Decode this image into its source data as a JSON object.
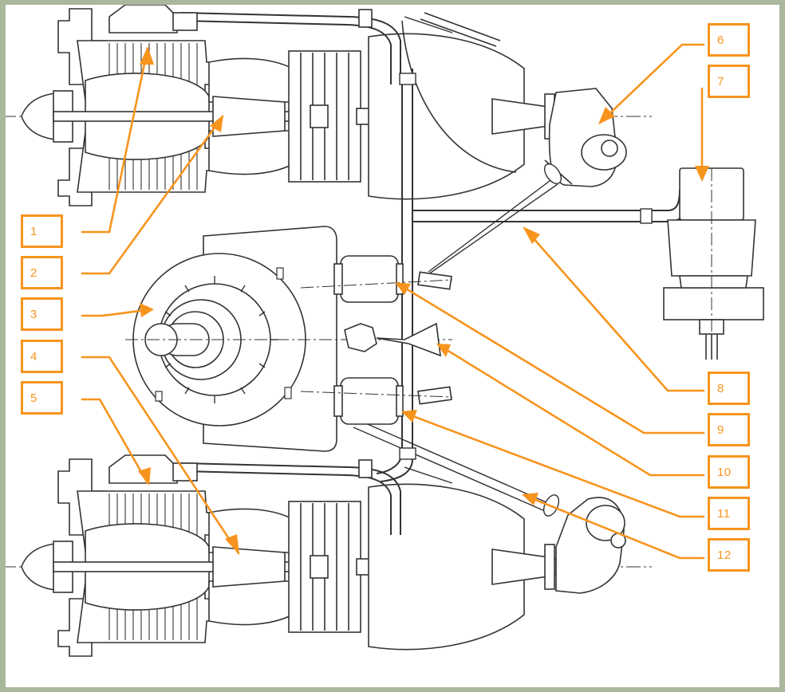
{
  "colors": {
    "frame": "#a9b79c",
    "background": "#ffffff",
    "line_art": "#333333",
    "callout": "#f7941d"
  },
  "diagram": {
    "subject": "twin turboshaft engine installation with main gearbox",
    "labels": [
      {
        "id": "1",
        "text": "1"
      },
      {
        "id": "2",
        "text": "2"
      },
      {
        "id": "3",
        "text": "3"
      },
      {
        "id": "4",
        "text": "4"
      },
      {
        "id": "5",
        "text": "5"
      },
      {
        "id": "6",
        "text": "6"
      },
      {
        "id": "7",
        "text": "7"
      },
      {
        "id": "8",
        "text": "8"
      },
      {
        "id": "9",
        "text": "9"
      },
      {
        "id": "10",
        "text": "10"
      },
      {
        "id": "11",
        "text": "11"
      },
      {
        "id": "12",
        "text": "12"
      }
    ]
  }
}
